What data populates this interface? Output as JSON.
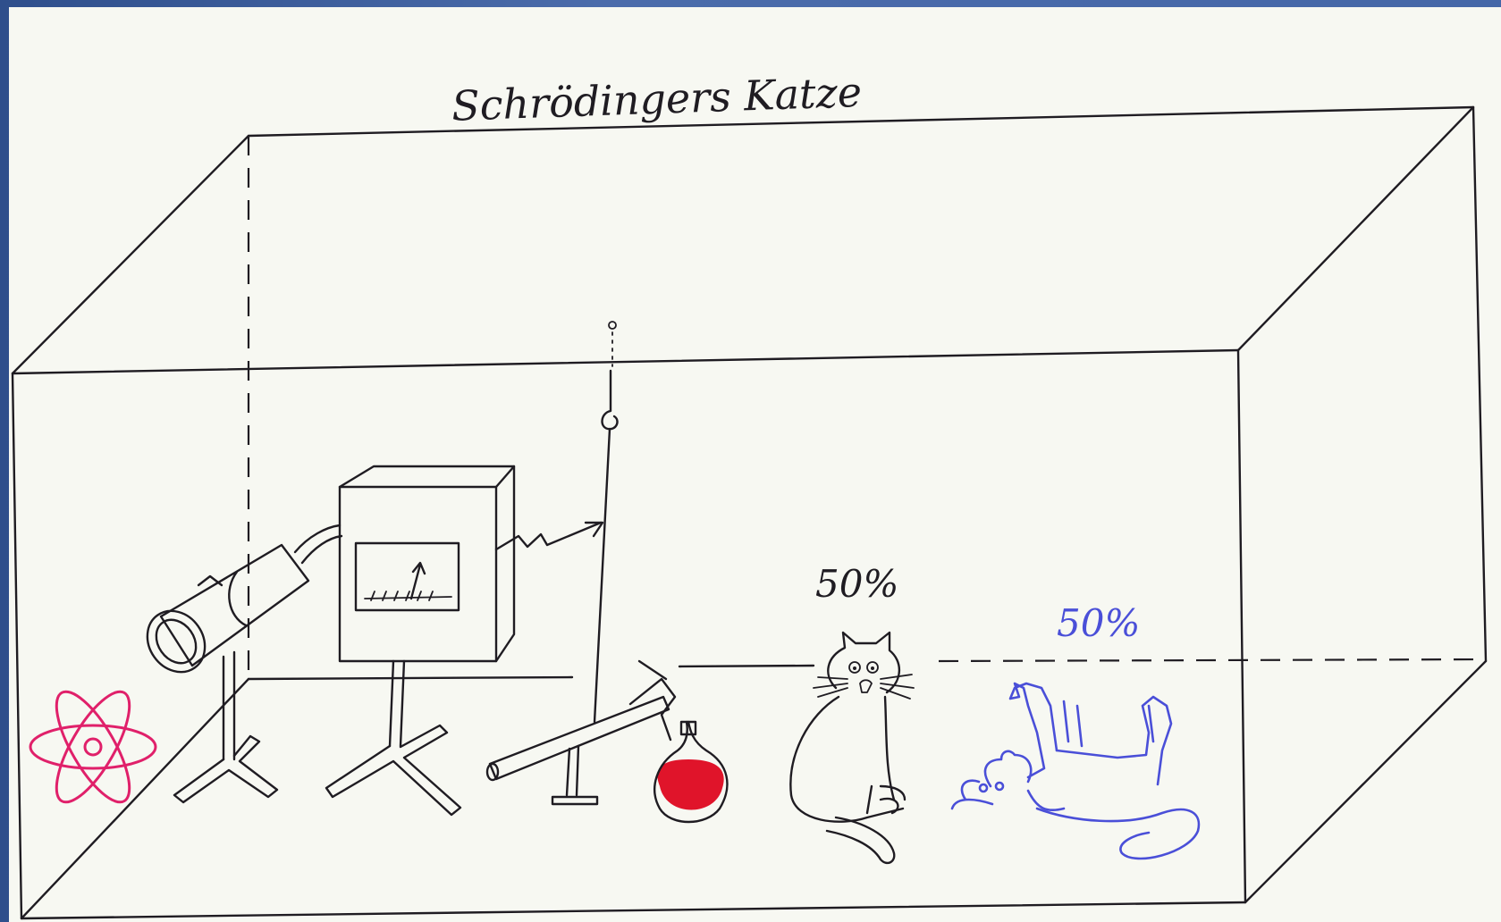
{
  "title": "Schrödingers Katze",
  "labels": {
    "alive_percent": "50%",
    "dead_percent": "50%"
  },
  "colors": {
    "background_frame": "#3b5c9c",
    "paper": "#f7f8f2",
    "ink": "#1f1c22",
    "atom": "#e0206a",
    "poison": "#e0142a",
    "dead_cat": "#4a4fd8"
  },
  "icons": [
    "atom-icon",
    "geiger-counter-tube",
    "meter-box",
    "hammer",
    "poison-flask",
    "alive-cat",
    "dead-cat"
  ]
}
